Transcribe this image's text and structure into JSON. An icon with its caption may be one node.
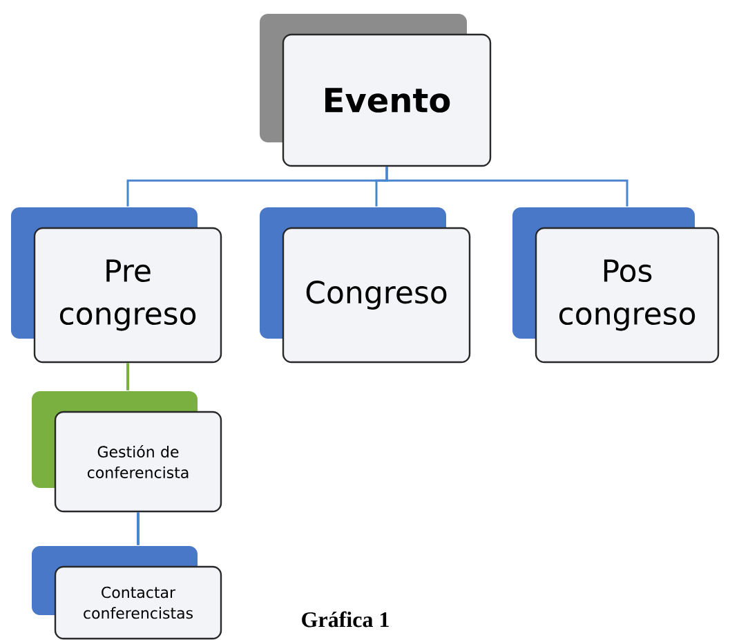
{
  "diagram": {
    "caption": "Gráfica 1",
    "nodes": [
      {
        "text": [
          "Evento"
        ]
      },
      {
        "text": [
          "Pre congreso"
        ]
      },
      {
        "text": [
          "Congreso"
        ]
      },
      {
        "text": [
          "Pos congreso"
        ]
      },
      {
        "text": [
          "Gestión de conferencista"
        ]
      },
      {
        "text": [
          "Contactar conferencistas"
        ]
      }
    ],
    "edges": [
      {
        "from": 0,
        "to": 1,
        "arrow": "none"
      },
      {
        "from": 0,
        "to": 2,
        "arrow": "none"
      },
      {
        "from": 0,
        "to": 3,
        "arrow": "none"
      },
      {
        "from": 1,
        "to": 4,
        "arrow": "none",
        "color": "#7ab040"
      },
      {
        "from": 4,
        "to": 5,
        "arrow": "none"
      }
    ]
  }
}
